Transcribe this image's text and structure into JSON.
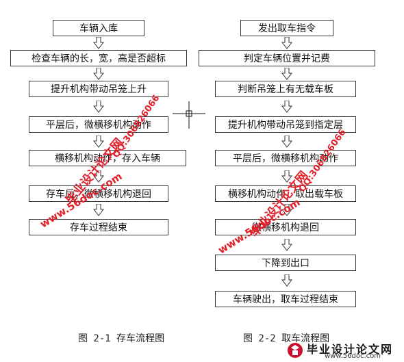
{
  "left_flow": {
    "steps": [
      "车辆入库",
      "检查车辆的长，宽，高是否超标",
      "提升机构带动吊笼上升",
      "平层后，微横移机构动作",
      "横移机构动作，存入车辆",
      "存车后，微横移机构退回",
      "存车过程结束"
    ],
    "caption": "图 2-1 存车流程图"
  },
  "right_flow": {
    "steps": [
      "发出取车指令",
      "判定车辆位置并记费",
      "判断吊笼上有无载车板",
      "提升机构带动吊笼到指定层",
      "平层后，微横移机构动作",
      "横移机构动作，取出载车板",
      "微横移机构退回",
      "下降到出口",
      "车辆驶出，取车过程结束"
    ],
    "caption": "图 2-2 取车流程图"
  },
  "watermarks": {
    "site_left": "www.56doc.com",
    "title_left": "毕业设计论文网",
    "qq_left": "QQ:306826066",
    "site_right": "www.56doc.com",
    "title_right": "毕业设计论文网",
    "qq_right": "QQ:306826066"
  },
  "logo": {
    "title": "毕业设计论文网",
    "url": "www.56doc.com"
  },
  "colors": {
    "watermark": "#e0202a",
    "box_border": "#333333"
  }
}
